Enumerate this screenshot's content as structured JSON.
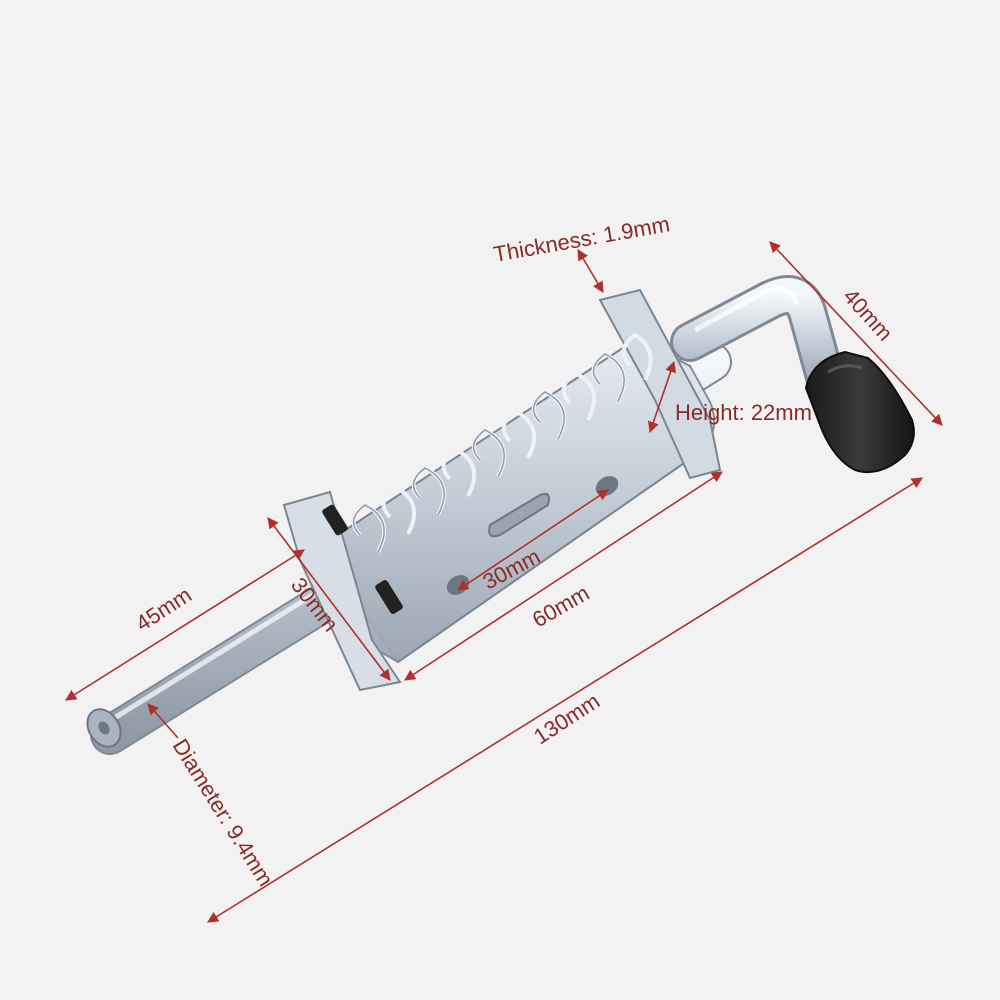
{
  "labels": {
    "thickness": "Thickness: 1.9mm",
    "overall_height": "40mm",
    "height": "Height: 22mm",
    "hole_spacing": "30mm",
    "bracket_length": "60mm",
    "overall_length": "130mm",
    "pin_length": "45mm",
    "end_width": "30mm",
    "diameter": "Diameter: 9.4mm"
  },
  "colors": {
    "background": "#f2f2f2",
    "dimension": "#b0312c",
    "dimension_text": "#8a2a26",
    "zinc": "#c9d2dc",
    "rubber_cap": "#2a2a2a"
  }
}
